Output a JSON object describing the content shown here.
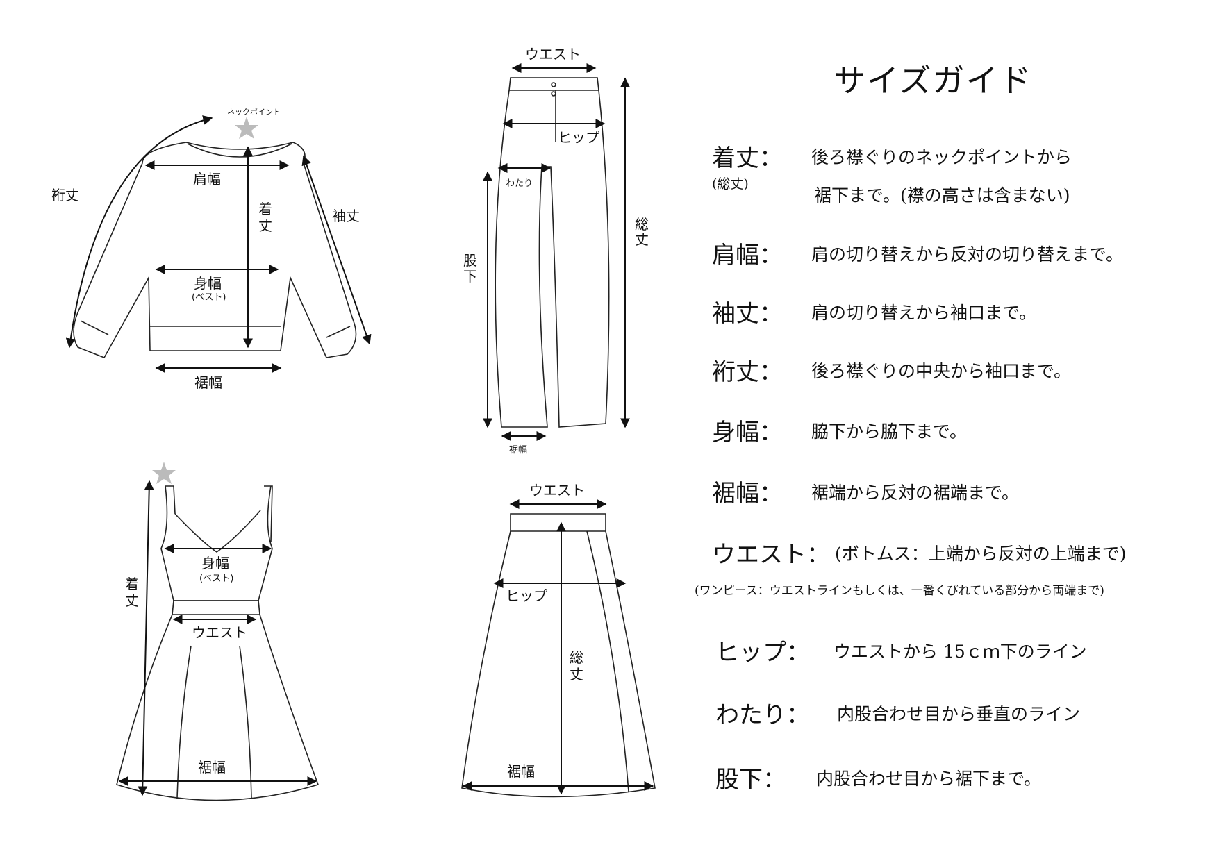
{
  "title": "サイズガイド",
  "diagram_labels": {
    "neck_point": "ネックポイント",
    "sweater": {
      "yuki": "裄丈",
      "katahaba": "肩幅",
      "kitake": [
        "着",
        "丈"
      ],
      "sodetake": "袖丈",
      "mihaba": "身幅",
      "best": "(ベスト)",
      "susohaba": "裾幅"
    },
    "pants": {
      "waist": "ウエスト",
      "hip": "ヒップ",
      "watari": "わたり",
      "matagami": [
        "股",
        "下"
      ],
      "soutake": [
        "総",
        "丈"
      ],
      "susohaba": "裾幅"
    },
    "dress": {
      "kitake": [
        "着",
        "丈"
      ],
      "mihaba": "身幅",
      "best": "(ベスト)",
      "waist": "ウエスト",
      "susohaba": "裾幅"
    },
    "skirt": {
      "waist": "ウエスト",
      "hip": "ヒップ",
      "soutake": [
        "総",
        "丈"
      ],
      "susohaba": "裾幅"
    }
  },
  "guide": [
    {
      "term": "着丈：",
      "sub": "(総丈)",
      "desc": [
        "後ろ襟ぐりのネックポイントから",
        "裾下まで。(襟の高さは含まない)"
      ]
    },
    {
      "term": "肩幅：",
      "desc": [
        "肩の切り替えから反対の切り替えまで。"
      ]
    },
    {
      "term": "袖丈：",
      "desc": [
        "肩の切り替えから袖口まで。"
      ]
    },
    {
      "term": "裄丈：",
      "desc": [
        "後ろ襟ぐりの中央から袖口まで。"
      ]
    },
    {
      "term": "身幅：",
      "desc": [
        "脇下から脇下まで。"
      ]
    },
    {
      "term": "裾幅：",
      "desc": [
        "裾端から反対の裾端まで。"
      ]
    },
    {
      "term": "ウエスト：",
      "desc": [
        "(ボトムス：上端から反対の上端まで)"
      ],
      "note": "(ワンピース：ウエストラインもしくは、一番くびれている部分から両端まで)"
    },
    {
      "term": "ヒップ：",
      "desc": [
        "ウエストから 15ｃｍ下のライン"
      ]
    },
    {
      "term": "わたり：",
      "desc": [
        "内股合わせ目から垂直のライン"
      ]
    },
    {
      "term": "股下：",
      "desc": [
        "内股合わせ目から裾下まで。"
      ]
    }
  ]
}
